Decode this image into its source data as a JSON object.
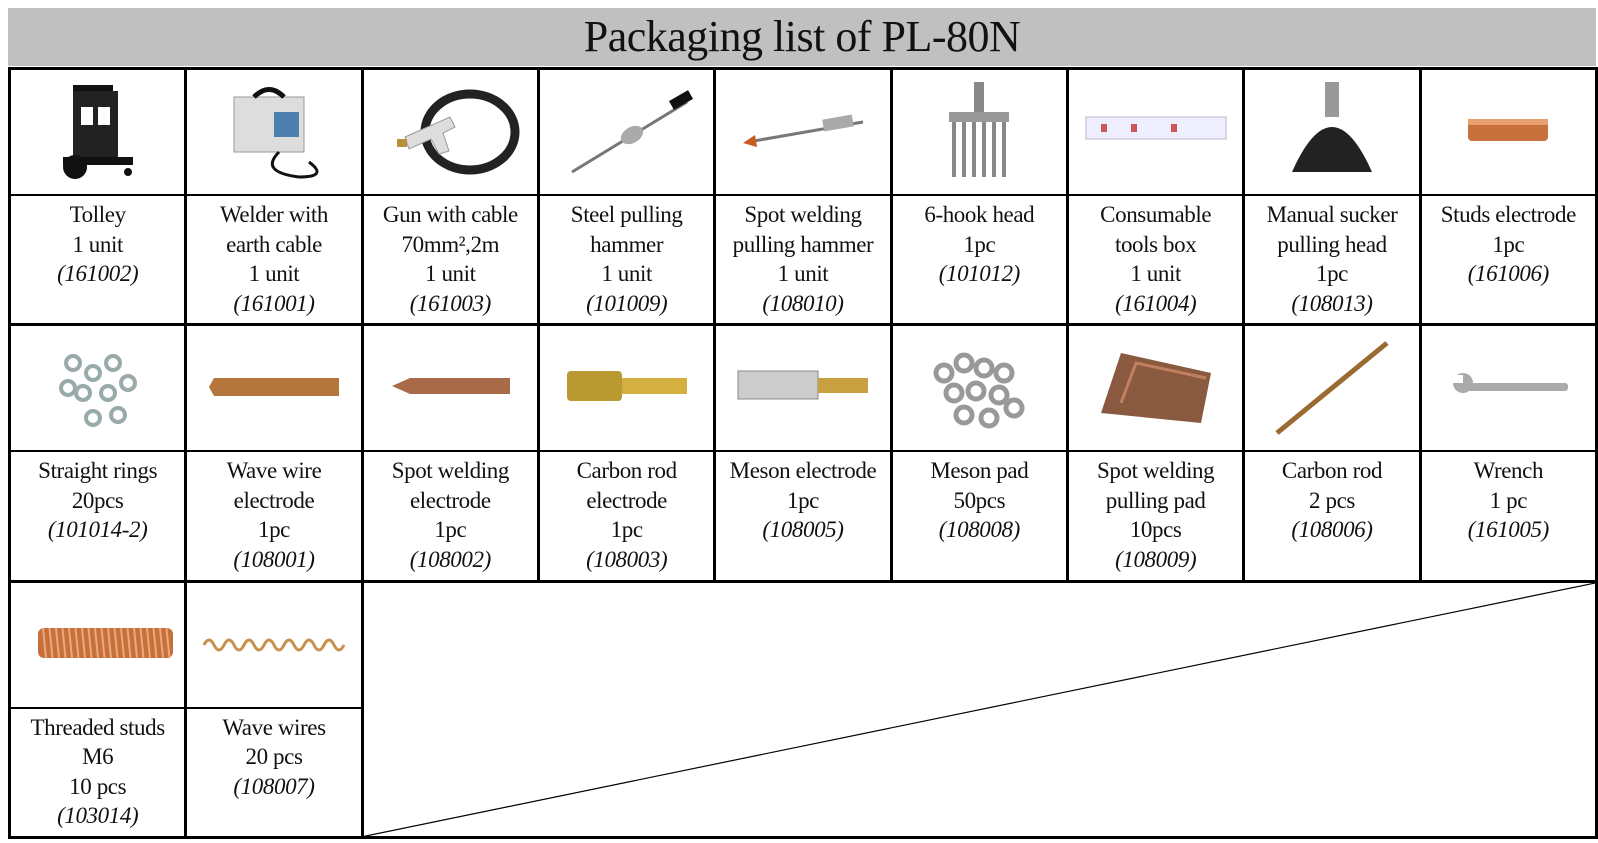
{
  "title": "Packaging list of PL-80N",
  "items": [
    {
      "name": [
        "Tolley"
      ],
      "qty": "1 unit",
      "code": "(161002)",
      "icon": "trolley-icon"
    },
    {
      "name": [
        "Welder with",
        "earth cable"
      ],
      "qty": "1 unit",
      "code": "(161001)",
      "icon": "welder-icon"
    },
    {
      "name": [
        "Gun with cable",
        "70mm²,2m"
      ],
      "qty": "1 unit",
      "code": "(161003)",
      "icon": "gun-icon"
    },
    {
      "name": [
        "Steel pulling",
        "hammer"
      ],
      "qty": "1 unit",
      "code": "(101009)",
      "icon": "hammer-icon"
    },
    {
      "name": [
        "Spot welding",
        "pulling hammer"
      ],
      "qty": "1 unit",
      "code": "(108010)",
      "icon": "spot-hammer-icon"
    },
    {
      "name": [
        "6-hook head"
      ],
      "qty": "1pc",
      "code": "(101012)",
      "icon": "hook-head-icon"
    },
    {
      "name": [
        "Consumable",
        "tools box"
      ],
      "qty": "1 unit",
      "code": "(161004)",
      "icon": "tools-box-icon"
    },
    {
      "name": [
        "Manual sucker",
        "pulling head"
      ],
      "qty": "1pc",
      "code": "(108013)",
      "icon": "sucker-icon"
    },
    {
      "name": [
        "Studs electrode"
      ],
      "qty": "1pc",
      "code": "(161006)",
      "icon": "studs-electrode-icon"
    },
    {
      "name": [
        "Straight rings"
      ],
      "qty": "20pcs",
      "code": "(101014-2)",
      "icon": "rings-icon"
    },
    {
      "name": [
        "Wave wire",
        "electrode"
      ],
      "qty": "1pc",
      "code": "(108001)",
      "icon": "wave-electrode-icon"
    },
    {
      "name": [
        "Spot welding",
        "electrode"
      ],
      "qty": "1pc",
      "code": "(108002)",
      "icon": "spot-electrode-icon"
    },
    {
      "name": [
        "Carbon rod",
        "electrode"
      ],
      "qty": "1pc",
      "code": "(108003)",
      "icon": "carbon-electrode-icon"
    },
    {
      "name": [
        "Meson electrode"
      ],
      "qty": "1pc",
      "code": "(108005)",
      "icon": "meson-electrode-icon"
    },
    {
      "name": [
        "Meson pad"
      ],
      "qty": "50pcs",
      "code": "(108008)",
      "icon": "washers-icon"
    },
    {
      "name": [
        "Spot welding",
        "pulling pad"
      ],
      "qty": "10pcs",
      "code": "(108009)",
      "icon": "pulling-pad-icon"
    },
    {
      "name": [
        "Carbon rod"
      ],
      "qty": "2 pcs",
      "code": "(108006)",
      "icon": "carbon-rod-icon"
    },
    {
      "name": [
        "Wrench"
      ],
      "qty": "1 pc",
      "code": "(161005)",
      "icon": "wrench-icon"
    },
    {
      "name": [
        "Threaded studs",
        "M6"
      ],
      "qty": "10 pcs",
      "code": "(103014)",
      "icon": "threaded-studs-icon"
    },
    {
      "name": [
        "Wave wires"
      ],
      "qty": "20 pcs",
      "code": "(108007)",
      "icon": "wave-wires-icon"
    }
  ],
  "colors": {
    "header_bg": "#c0c0c0",
    "border": "#000000",
    "copper": "#c8703a"
  }
}
